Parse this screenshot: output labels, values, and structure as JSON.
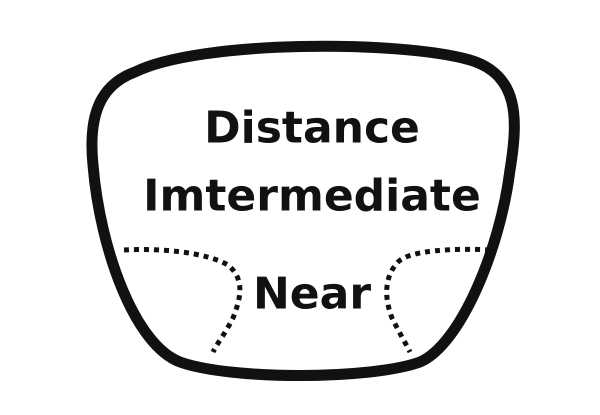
{
  "labels": {
    "distance": "Distance",
    "intermediate": "Imtermediate",
    "near": "Near"
  },
  "colors": {
    "background": "#ffffff",
    "outline": "#111111",
    "text": "#111111"
  }
}
